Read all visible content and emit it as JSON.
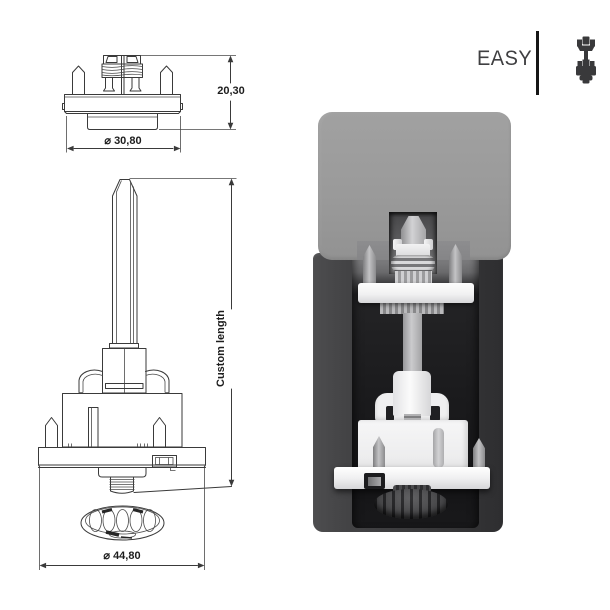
{
  "branding": {
    "label": "EASY"
  },
  "drawings": {
    "top_view": {
      "height": "20,30",
      "diameter": "⌀ 30,80"
    },
    "front_view": {
      "length_label": "Custom length",
      "diameter": "⌀ 44,80"
    }
  },
  "icons": {
    "product_icon": "cartridge-silhouette-icon"
  },
  "colors": {
    "line": "#3a3a3a",
    "text": "#1d1d1d",
    "handle_gray": "#9b9b9b",
    "housing_dark": "#39393b",
    "cartridge_white": "#f2f2f2",
    "background": "#ffffff"
  }
}
